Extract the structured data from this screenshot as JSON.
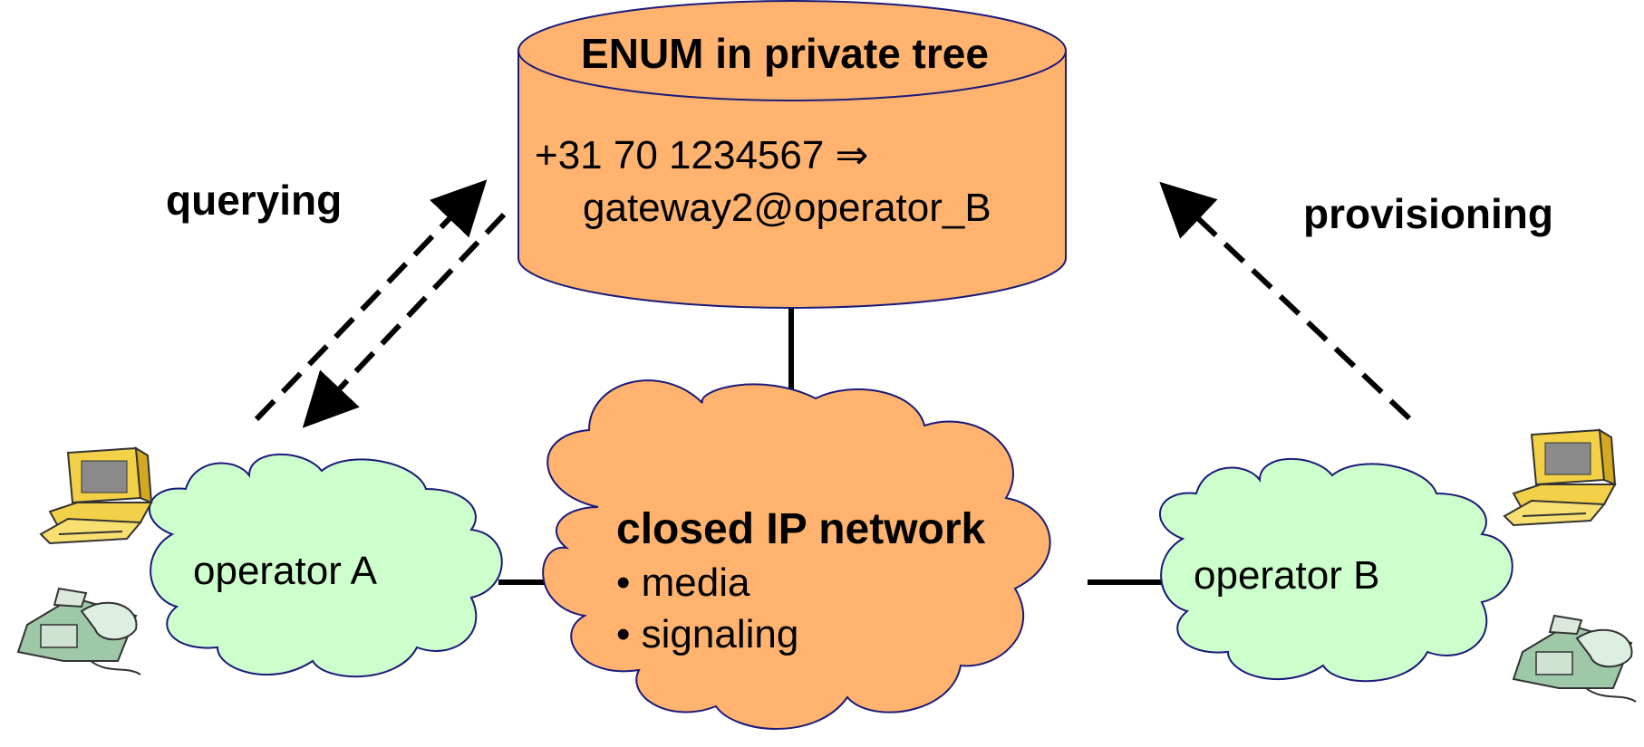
{
  "database": {
    "title": "ENUM in private tree",
    "mapping_line1": "+31 70 1234567 ⇒",
    "mapping_line2": "gateway2@operator_B"
  },
  "network": {
    "title": "closed IP network",
    "bullets": [
      "• media",
      "• signaling"
    ]
  },
  "operators": {
    "a": "operator A",
    "b": "operator B"
  },
  "flows": {
    "querying": "querying",
    "provisioning": "provisioning"
  },
  "colors": {
    "orange_fill": "#FFB36F",
    "cloud_green": "#CCFFCC",
    "outline": "#1A1A7A",
    "line": "#000000"
  },
  "icons": [
    "computer-icon",
    "telephone-icon"
  ]
}
